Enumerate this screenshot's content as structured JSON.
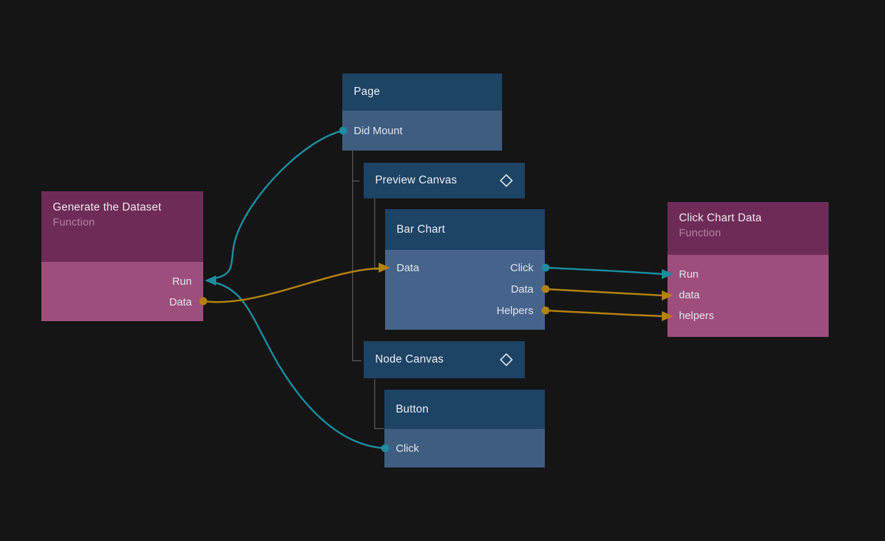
{
  "app": {
    "background": "#151515"
  },
  "colors": {
    "node_header_blue": "#1d4365",
    "node_body_blue": "#3f5d81",
    "bar_chart_body": "#46638c",
    "node_header_magenta": "#6e2b57",
    "node_body_magenta": "#9d4e7c",
    "signal_color": "#1b8da0",
    "data_color": "#b5830d",
    "tree_line_color": "#5c5c5c"
  },
  "nodes": {
    "page": {
      "title": "Page",
      "ports": [
        {
          "label": "Did Mount",
          "type": "signal-output"
        }
      ]
    },
    "preview_canvas": {
      "title": "Preview Canvas",
      "icon": "diamond-icon"
    },
    "bar_chart": {
      "title": "Bar Chart",
      "inputs": [
        {
          "label": "Data",
          "type": "data-input"
        }
      ],
      "outputs": [
        {
          "label": "Click",
          "type": "signal-output"
        },
        {
          "label": "Data",
          "type": "data-output"
        },
        {
          "label": "Helpers",
          "type": "data-output"
        }
      ]
    },
    "node_canvas": {
      "title": "Node Canvas",
      "icon": "diamond-icon"
    },
    "button": {
      "title": "Button",
      "ports": [
        {
          "label": "Click",
          "type": "signal-output"
        }
      ]
    },
    "generate_dataset": {
      "title": "Generate the Dataset",
      "subtitle": "Function",
      "inputs": [
        {
          "label": "Run",
          "type": "signal-input"
        }
      ],
      "outputs": [
        {
          "label": "Data",
          "type": "data-output"
        }
      ]
    },
    "click_chart_data": {
      "title": "Click Chart Data",
      "subtitle": "Function",
      "inputs": [
        {
          "label": "Run",
          "type": "signal-input"
        },
        {
          "label": "data",
          "type": "data-input"
        },
        {
          "label": "helpers",
          "type": "data-input"
        }
      ]
    }
  },
  "connections": [
    {
      "from": "Page.Did Mount",
      "to": "Generate the Dataset.Run",
      "kind": "signal"
    },
    {
      "from": "Button.Click",
      "to": "Generate the Dataset.Run",
      "kind": "signal"
    },
    {
      "from": "Generate the Dataset.Data",
      "to": "Bar Chart.Data",
      "kind": "data"
    },
    {
      "from": "Bar Chart.Click",
      "to": "Click Chart Data.Run",
      "kind": "signal"
    },
    {
      "from": "Bar Chart.Data",
      "to": "Click Chart Data.data",
      "kind": "data"
    },
    {
      "from": "Bar Chart.Helpers",
      "to": "Click Chart Data.helpers",
      "kind": "data"
    }
  ]
}
